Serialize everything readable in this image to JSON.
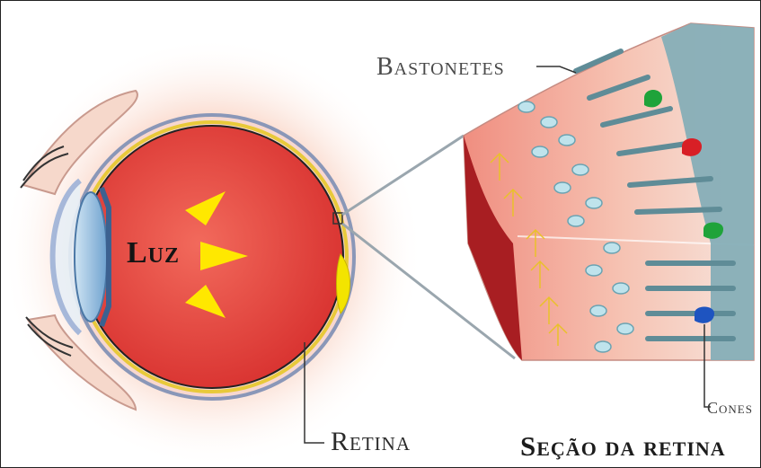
{
  "labels": {
    "luz": "Luz",
    "retina": "Retina",
    "bastonetes": "Bastonetes",
    "cones": "Cones",
    "secao_da_retina": "Seção da retina"
  },
  "colors": {
    "eyeball": "#e8413f",
    "glow": "#f7c9b4",
    "light_arrows": "#ffe800",
    "lens": "#9cc5e6",
    "section_bg": "#f3b9ab",
    "receptor": "#86aeb7",
    "cone_green": "#1fa33a",
    "cone_red": "#d81f26",
    "cone_blue": "#1e54c0"
  }
}
